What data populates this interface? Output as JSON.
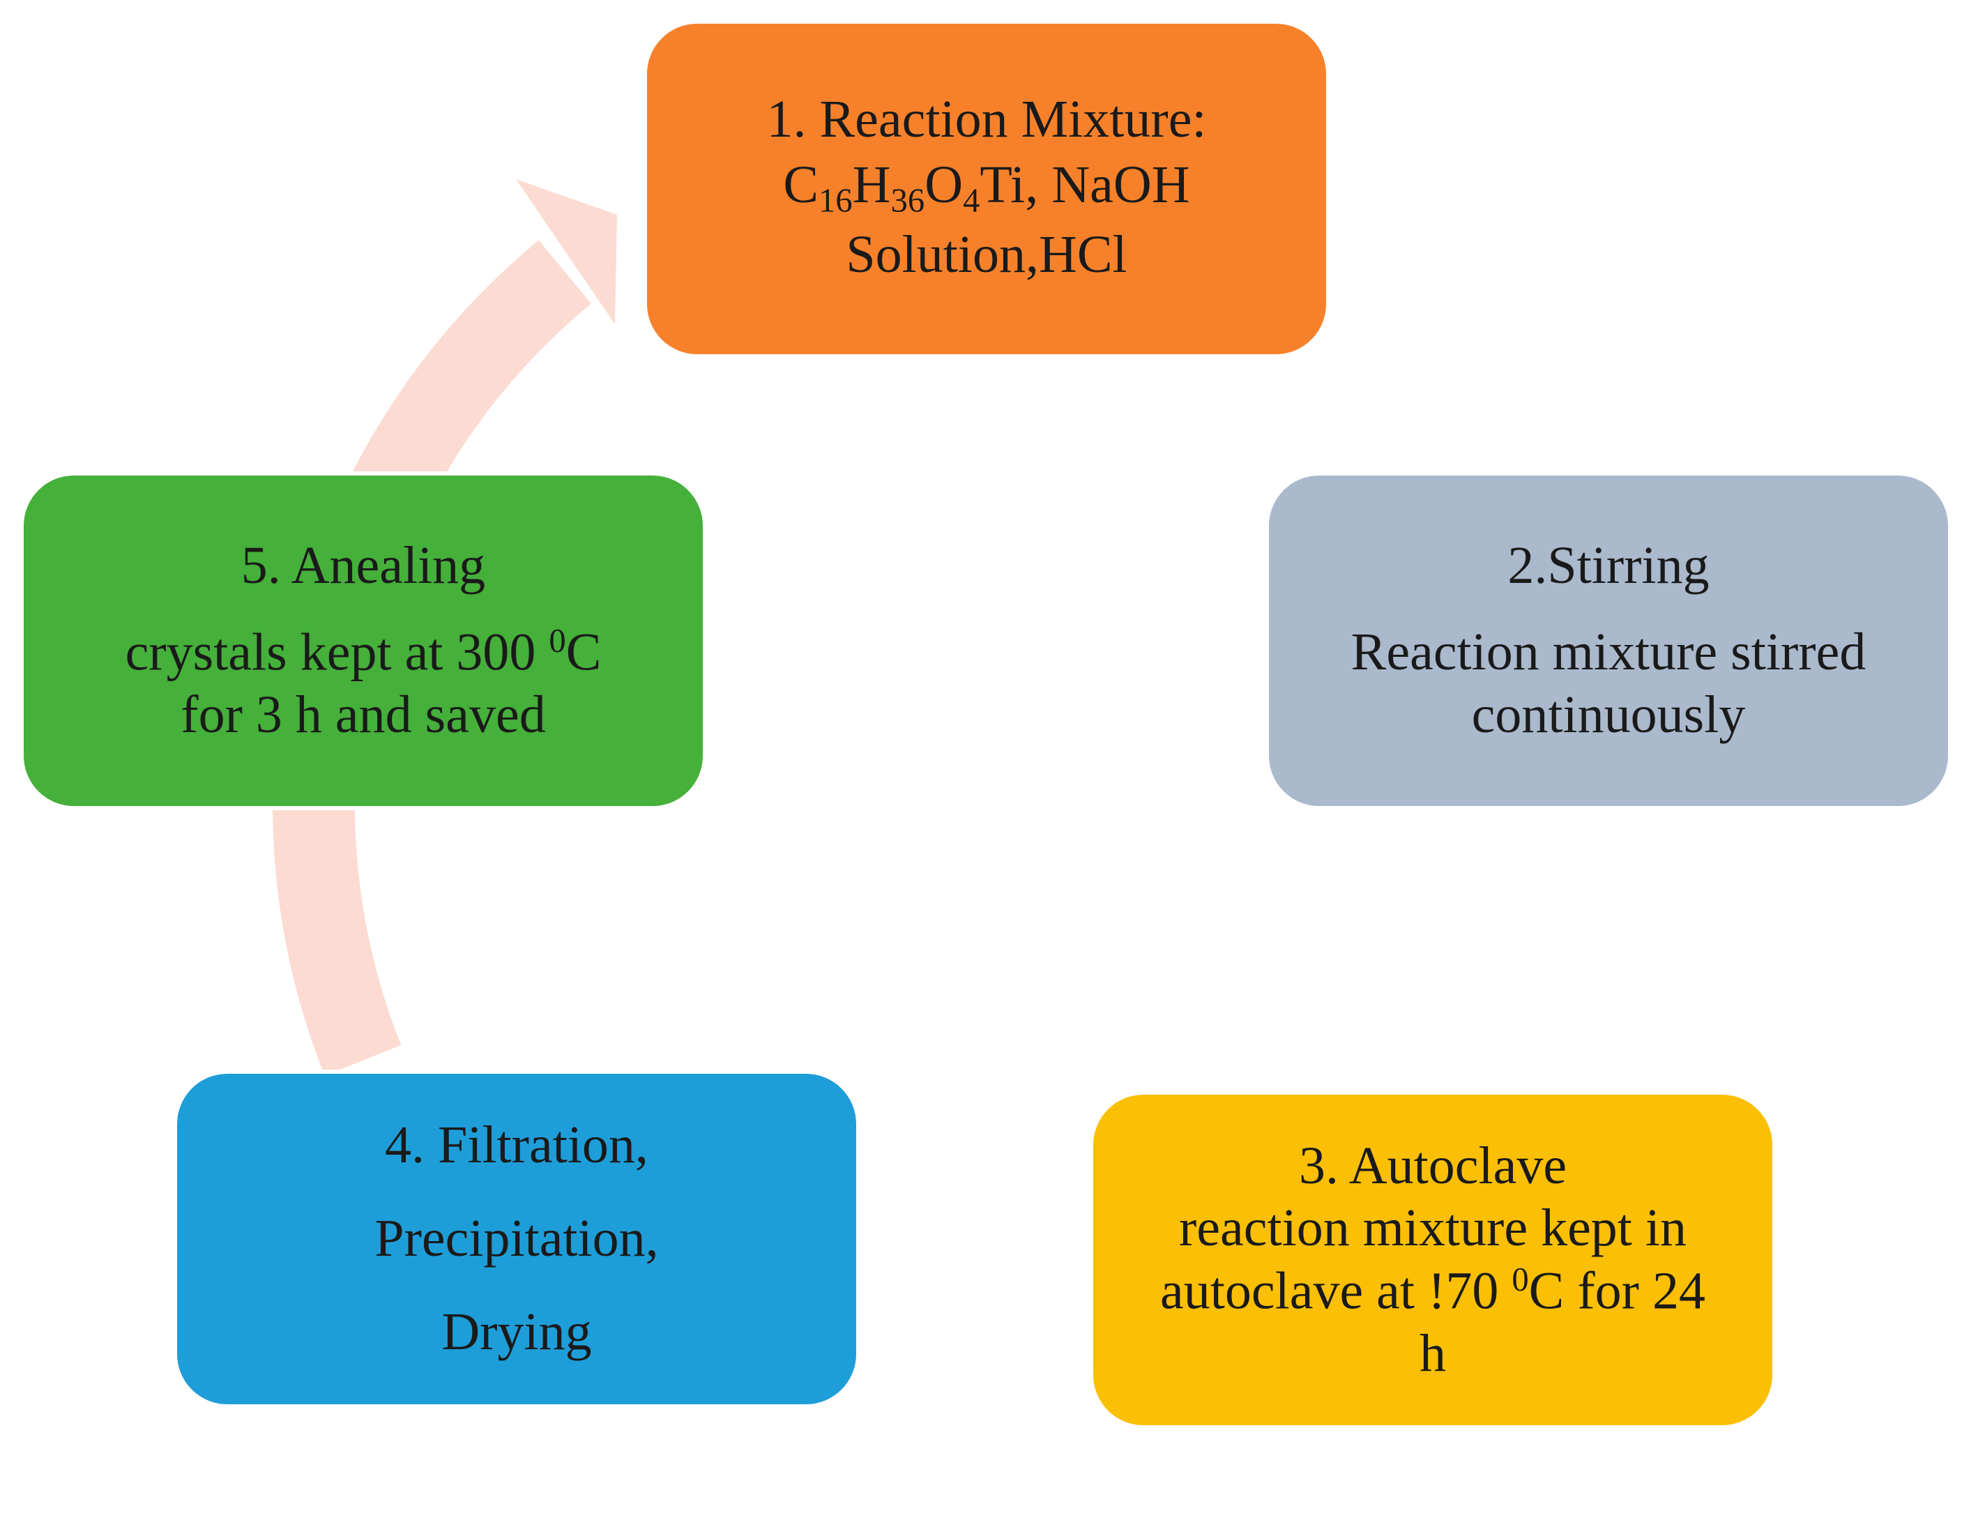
{
  "colors": {
    "ring": "#fcdbd2",
    "step1": "#f7812a",
    "step2": "#aab9cc",
    "step3": "#fbbf05",
    "step4": "#1e9ed9",
    "step5": "#45b03a"
  },
  "steps": [
    {
      "line1": "1. Reaction Mixture:",
      "formula": {
        "c": "C",
        "c_n": "16",
        "h": "H",
        "h_n": "36",
        "o": "O",
        "o_n": "4",
        "rest": "Ti, NaOH"
      },
      "line3": "Solution,HCl"
    },
    {
      "title": "2.Stirring",
      "line1": "Reaction mixture stirred",
      "line2": "continuously"
    },
    {
      "title": "3. Autoclave",
      "line1": "reaction mixture kept in",
      "line2_pre": "autoclave at !70 ",
      "line2_sup": "0",
      "line2_post": "C for 24",
      "line3": "h"
    },
    {
      "line1": "4. Filtration,",
      "line2": "Precipitation,",
      "line3": "Drying"
    },
    {
      "title": "5. Anealing",
      "line1_pre": "crystals kept at 300 ",
      "line1_sup": "0",
      "line1_post": "C",
      "line2": "for 3 h and saved"
    }
  ]
}
